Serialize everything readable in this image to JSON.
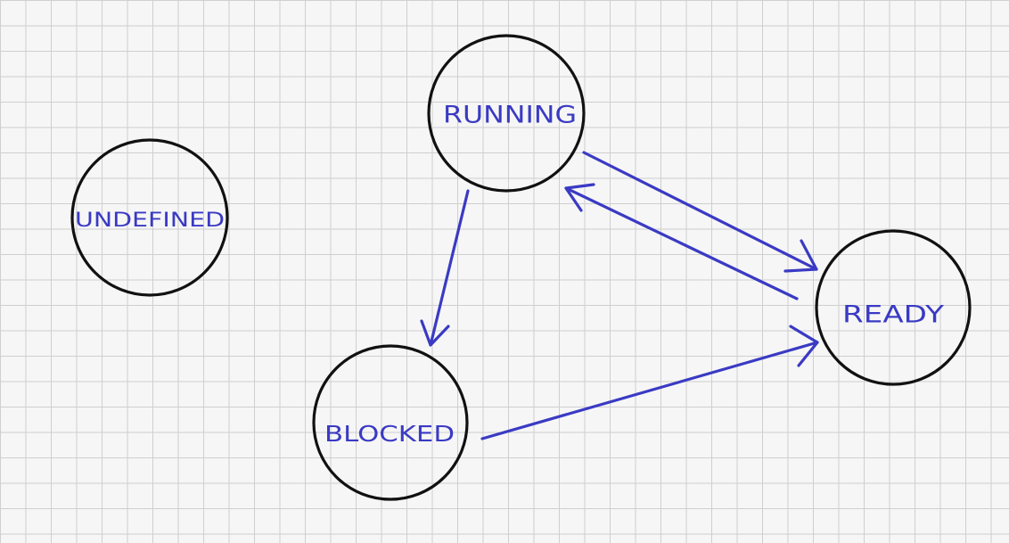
{
  "diagram": {
    "type": "state-transition",
    "colors": {
      "ink": "#3a3ac4",
      "outline": "#111111",
      "grid": "#cfcfcf"
    },
    "nodes": {
      "running": "RUNNING",
      "undefined": "UNDEFINED",
      "ready": "READY",
      "blocked": "BLOCKED"
    },
    "edges": [
      {
        "from": "running",
        "to": "ready"
      },
      {
        "from": "ready",
        "to": "running"
      },
      {
        "from": "running",
        "to": "blocked"
      },
      {
        "from": "blocked",
        "to": "ready"
      }
    ]
  }
}
